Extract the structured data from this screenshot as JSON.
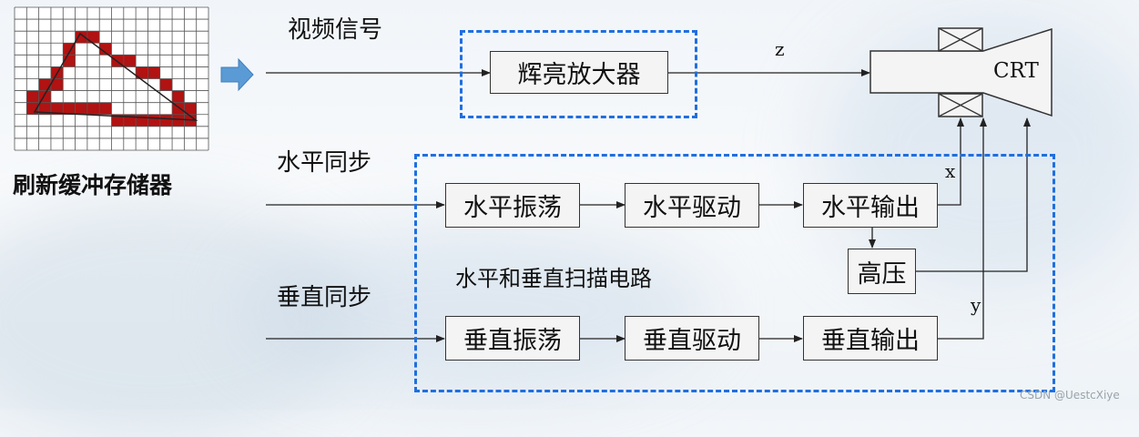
{
  "frame_buffer": {
    "label": "刷新缓冲存储器"
  },
  "video_signal": {
    "label": "视频信号"
  },
  "brightness_amp": {
    "label": "辉亮放大器"
  },
  "z_label": "z",
  "crt_label": "CRT",
  "horizontal": {
    "sync_label": "水平同步",
    "osc": "水平振荡",
    "drive": "水平驱动",
    "output": "水平输出",
    "x_label": "x"
  },
  "high_voltage": "高压",
  "vertical": {
    "sync_label": "垂直同步",
    "osc": "垂直振荡",
    "drive": "垂直驱动",
    "output": "垂直输出",
    "y_label": "y"
  },
  "scan_circuit_label": "水平和垂直扫描电路",
  "watermark": "CSDN @UestcXiye",
  "colors": {
    "accent": "#1f6fe0",
    "pixel_fill": "#b11212",
    "arrow_fill": "#5b9bd5"
  }
}
